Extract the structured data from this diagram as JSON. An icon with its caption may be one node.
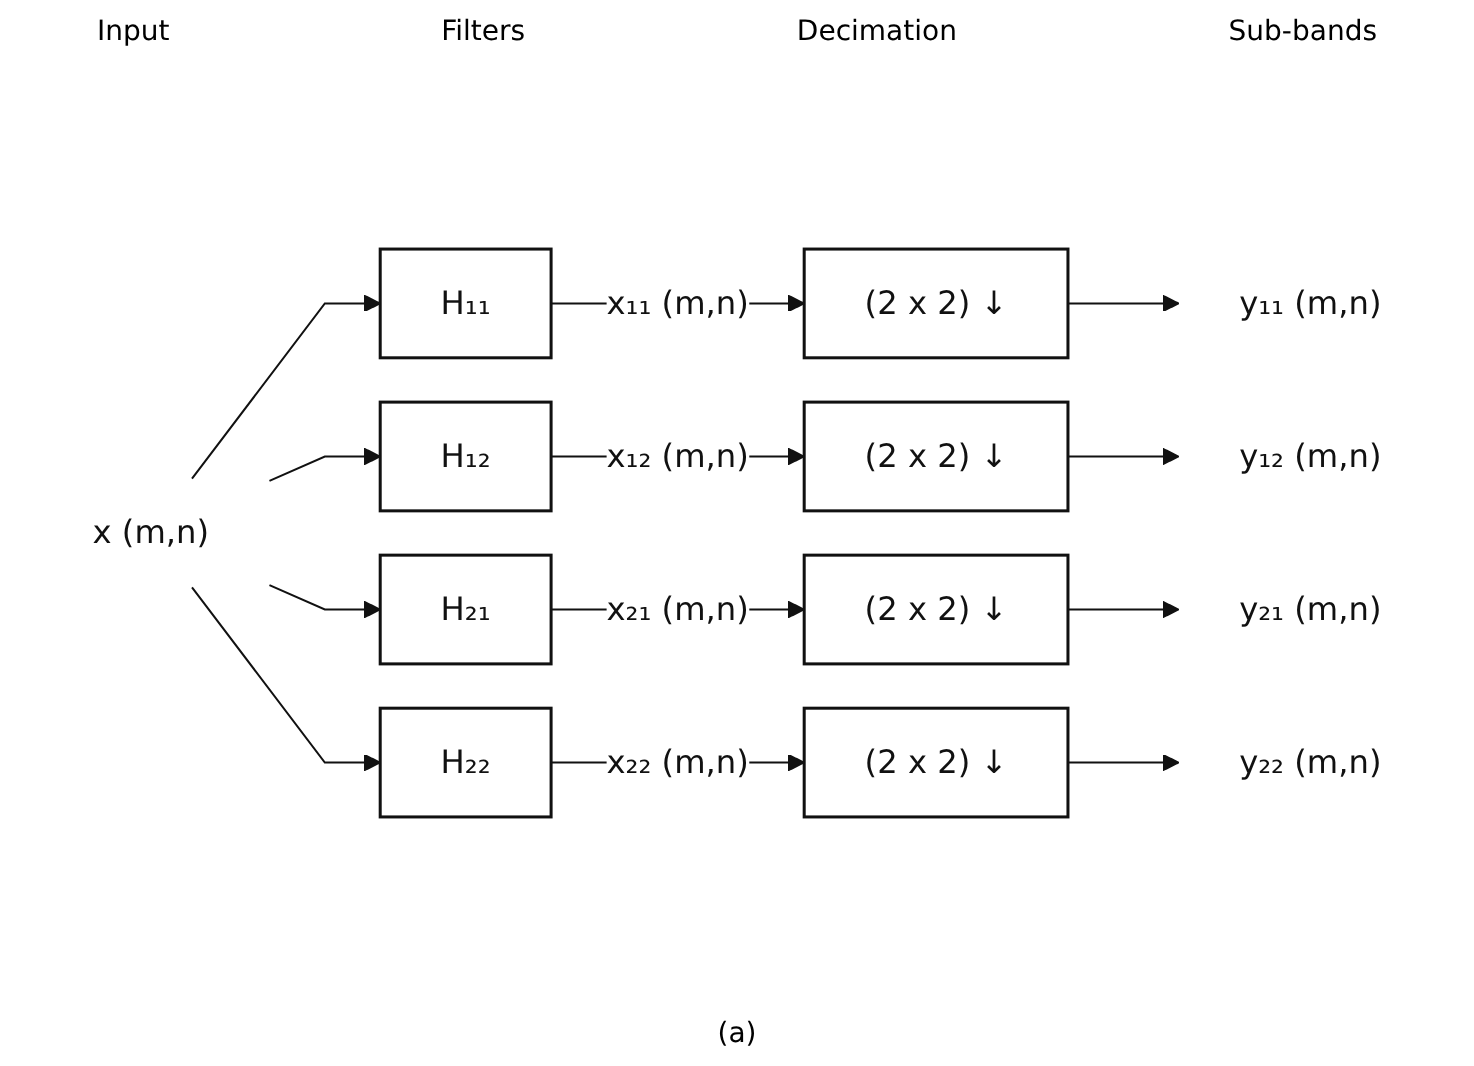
{
  "diagram": {
    "caption": "(a)",
    "nodes": [
      {
        "text": [
          "x (m,n)"
        ]
      },
      {
        "text": [
          "H₁₁"
        ]
      },
      {
        "text": [
          "(2 x 2) ↓"
        ]
      },
      {
        "text": [
          "y₁₁ (m,n)"
        ]
      },
      {
        "text": [
          "H₁₂"
        ]
      },
      {
        "text": [
          "(2 x 2) ↓"
        ]
      },
      {
        "text": [
          "y₁₂ (m,n)"
        ]
      },
      {
        "text": [
          "H₂₁"
        ]
      },
      {
        "text": [
          "(2 x 2) ↓"
        ]
      },
      {
        "text": [
          "y₂₁ (m,n)"
        ]
      },
      {
        "text": [
          "H₂₂"
        ]
      },
      {
        "text": [
          "(2 x 2) ↓"
        ]
      },
      {
        "text": [
          "y₂₂ (m,n)"
        ]
      }
    ],
    "edges": [
      {
        "from": 0,
        "to": 1,
        "arrow": "to"
      },
      {
        "from": 1,
        "to": 2,
        "label": "x₁₁ (m,n)",
        "arrow": "to"
      },
      {
        "from": 2,
        "to": 3,
        "arrow": "to"
      },
      {
        "from": 0,
        "to": 4,
        "arrow": "to"
      },
      {
        "from": 4,
        "to": 5,
        "label": "x₁₂ (m,n)",
        "arrow": "to"
      },
      {
        "from": 5,
        "to": 6,
        "arrow": "to"
      },
      {
        "from": 0,
        "to": 7,
        "arrow": "to"
      },
      {
        "from": 7,
        "to": 8,
        "label": "x₂₁ (m,n)",
        "arrow": "to"
      },
      {
        "from": 8,
        "to": 9,
        "arrow": "to"
      },
      {
        "from": 0,
        "to": 10,
        "arrow": "to"
      },
      {
        "from": 10,
        "to": 11,
        "label": "x₂₂ (m,n)",
        "arrow": "to"
      },
      {
        "from": 11,
        "to": 12,
        "arrow": "to"
      }
    ],
    "labels": [
      "Input",
      "Filters",
      "Decimation",
      "Sub-bands"
    ]
  }
}
